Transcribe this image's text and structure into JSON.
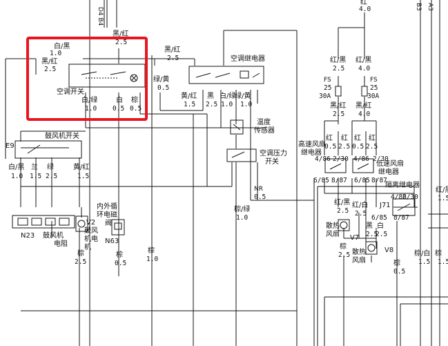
{
  "highlight_color": "#e8141e",
  "top_labels": [
    {
      "id": "t1",
      "text": "D4 B4"
    },
    {
      "id": "t2",
      "text": "红"
    },
    {
      "id": "t3",
      "text": "4.0"
    },
    {
      "id": "t4",
      "text": "B3"
    },
    {
      "id": "t5",
      "text": "A3"
    }
  ],
  "labels": [
    {
      "id": "w-baihei",
      "text": "白/黑"
    },
    {
      "id": "w-baihei-g",
      "text": "1.0"
    },
    {
      "id": "w-heihong-top",
      "text": "黑/红"
    },
    {
      "id": "w-heihong-top-g",
      "text": "2.5"
    },
    {
      "id": "w-heihong-left",
      "text": "黑/红"
    },
    {
      "id": "w-heihong-left-g",
      "text": "2.5"
    },
    {
      "id": "w-heihong-mid",
      "text": "黑/红"
    },
    {
      "id": "w-heihong-mid-g",
      "text": "2.5"
    },
    {
      "id": "w-lvhuang",
      "text": "绿/黄"
    },
    {
      "id": "w-lvhuang-g",
      "text": "0.5"
    },
    {
      "id": "ac-switch",
      "text": "空调开关"
    },
    {
      "id": "w-bailv",
      "text": "白/绿"
    },
    {
      "id": "w-bailv-g",
      "text": "1.0"
    },
    {
      "id": "w-bai",
      "text": "白"
    },
    {
      "id": "w-bai-g",
      "text": "0.5"
    },
    {
      "id": "w-zong",
      "text": "棕"
    },
    {
      "id": "w-zong-g",
      "text": "0.5"
    },
    {
      "id": "ac-relay",
      "text": "空调继电器"
    },
    {
      "id": "r-huanghong",
      "text": "黄/红"
    },
    {
      "id": "r-huanghong-g",
      "text": "1.5"
    },
    {
      "id": "r-hei",
      "text": "黑"
    },
    {
      "id": "r-hei-g",
      "text": "2.5"
    },
    {
      "id": "r-bailv",
      "text": "白/绿"
    },
    {
      "id": "r-bailv-g",
      "text": "1.0"
    },
    {
      "id": "r-lv",
      "text": "绿/黄"
    },
    {
      "id": "r-lv-g",
      "text": "1.0"
    },
    {
      "id": "temp-sensor",
      "text": "温度"
    },
    {
      "id": "temp-sensor-2",
      "text": "传感器"
    },
    {
      "id": "pressure-switch",
      "text": "空调压力"
    },
    {
      "id": "pressure-switch-2",
      "text": "开关"
    },
    {
      "id": "e9",
      "text": "E9"
    },
    {
      "id": "blower-switch",
      "text": "鼓风机开关"
    },
    {
      "id": "b-baihei",
      "text": "白/黑"
    },
    {
      "id": "b-baihei-g",
      "text": "1.0"
    },
    {
      "id": "b-lan",
      "text": "兰"
    },
    {
      "id": "b-lan-g",
      "text": "1.5"
    },
    {
      "id": "b-lv",
      "text": "绿"
    },
    {
      "id": "b-lv-g",
      "text": "2.5"
    },
    {
      "id": "b-huanghong",
      "text": "黄/红"
    },
    {
      "id": "b-huanghong-g",
      "text": "1.5"
    },
    {
      "id": "n23",
      "text": "N23"
    },
    {
      "id": "n23-name",
      "text": "鼓风机"
    },
    {
      "id": "n23-name-2",
      "text": "电阻"
    },
    {
      "id": "v2",
      "text": "V2"
    },
    {
      "id": "v2-name",
      "text": "鼓风"
    },
    {
      "id": "v2-name-2",
      "text": "机电"
    },
    {
      "id": "v2-name-3",
      "text": "机"
    },
    {
      "id": "n63-a",
      "text": "内外循"
    },
    {
      "id": "n63-b",
      "text": "环电磁"
    },
    {
      "id": "n63-c",
      "text": "阀"
    },
    {
      "id": "n63",
      "text": "N63"
    },
    {
      "id": "g-zong-1",
      "text": "棕"
    },
    {
      "id": "g-zong-1-g",
      "text": "2.5"
    },
    {
      "id": "g-zong-2",
      "text": "棕"
    },
    {
      "id": "g-zong-2-g",
      "text": "0.5"
    },
    {
      "id": "g-zong-3",
      "text": "棕"
    },
    {
      "id": "g-zong-3-g",
      "text": "1.0"
    },
    {
      "id": "zonglv",
      "text": "棕/绿"
    },
    {
      "id": "zonglv-g",
      "text": "1.0"
    },
    {
      "id": "nr",
      "text": "NR"
    },
    {
      "id": "nr-g",
      "text": "0.5"
    },
    {
      "id": "f-honghei",
      "text": "红/黑"
    },
    {
      "id": "f-honghei-g",
      "text": "2.5"
    },
    {
      "id": "f-hong",
      "text": "红/黑"
    },
    {
      "id": "f-hong-g",
      "text": "4.0"
    },
    {
      "id": "fs1",
      "text": "FS"
    },
    {
      "id": "fs1-n",
      "text": "25"
    },
    {
      "id": "fs1-a",
      "text": "30A"
    },
    {
      "id": "fs2",
      "text": "FS"
    },
    {
      "id": "fs2-n",
      "text": "25"
    },
    {
      "id": "fs2-a",
      "text": "30A"
    },
    {
      "id": "f-heihong-1",
      "text": "黑/红"
    },
    {
      "id": "f-heihong-1-g",
      "text": "2.5"
    },
    {
      "id": "f-heihong-2",
      "text": "黑/红"
    },
    {
      "id": "f-heihong-2-g",
      "text": "4.0"
    },
    {
      "id": "hs-hong",
      "text": "红"
    },
    {
      "id": "hs-hong-g",
      "text": "0.5"
    },
    {
      "id": "hs-hong2",
      "text": "红"
    },
    {
      "id": "hs-hong2-g",
      "text": "2.5"
    },
    {
      "id": "ls-hong",
      "text": "红"
    },
    {
      "id": "ls-hong-g",
      "text": "0.5"
    },
    {
      "id": "ls-hong2",
      "text": "红"
    },
    {
      "id": "ls-hong2-g",
      "text": "2.5"
    },
    {
      "id": "hs-relay",
      "text": "高速风扇"
    },
    {
      "id": "hs-relay-2",
      "text": "继电器"
    },
    {
      "id": "ls-relay",
      "text": "低速风扇"
    },
    {
      "id": "ls-relay-2",
      "text": "继电器"
    },
    {
      "id": "iso-relay",
      "text": "隔离继电器"
    },
    {
      "id": "p-hs-1",
      "text": "4/86"
    },
    {
      "id": "p-hs-2",
      "text": "2/30"
    },
    {
      "id": "p-hs-3",
      "text": "6/85"
    },
    {
      "id": "p-hs-4",
      "text": "8/87"
    },
    {
      "id": "p-ls-1",
      "text": "4/86"
    },
    {
      "id": "p-ls-2",
      "text": "2/30"
    },
    {
      "id": "p-ls-3",
      "text": "6/85"
    },
    {
      "id": "p-ls-4",
      "text": "8/87"
    },
    {
      "id": "p-iso-1",
      "text": "4/86"
    },
    {
      "id": "p-iso-2",
      "text": "2/30"
    },
    {
      "id": "p-iso-3",
      "text": "6/85"
    },
    {
      "id": "p-iso-4",
      "text": "8/87"
    },
    {
      "id": "fan-honghei",
      "text": "红/黑"
    },
    {
      "id": "fan-honghei-g",
      "text": "2.5"
    },
    {
      "id": "fan-hongbai",
      "text": "红/白"
    },
    {
      "id": "fan-hongbai-g",
      "text": "2.5"
    },
    {
      "id": "j71",
      "text": "J71"
    },
    {
      "id": "fan1",
      "text": "散热"
    },
    {
      "id": "fan1-2",
      "text": "风扇"
    },
    {
      "id": "v7",
      "text": "V7"
    },
    {
      "id": "fan-hei",
      "text": "黑"
    },
    {
      "id": "fan-bai",
      "text": "白"
    },
    {
      "id": "fan-hei-g",
      "text": "2.5"
    },
    {
      "id": "fan-bai-g",
      "text": "2.5"
    },
    {
      "id": "fan2",
      "text": "散热"
    },
    {
      "id": "fan2-2",
      "text": "风扇"
    },
    {
      "id": "v8",
      "text": "V8"
    },
    {
      "id": "fz-zong-1",
      "text": "棕"
    },
    {
      "id": "fz-zong-1-g",
      "text": "2.5"
    },
    {
      "id": "fz-zong-2",
      "text": "棕"
    },
    {
      "id": "fz-zong-2-g",
      "text": "0.5"
    },
    {
      "id": "r-zongbai",
      "text": "棕/白"
    },
    {
      "id": "r-zongbai-g",
      "text": "1.5"
    },
    {
      "id": "r-zong",
      "text": "棕"
    },
    {
      "id": "r-zong-g",
      "text": "1.5"
    },
    {
      "id": "r-honghei",
      "text": "红/黑"
    },
    {
      "id": "r-honghei-g",
      "text": "1.5"
    }
  ]
}
